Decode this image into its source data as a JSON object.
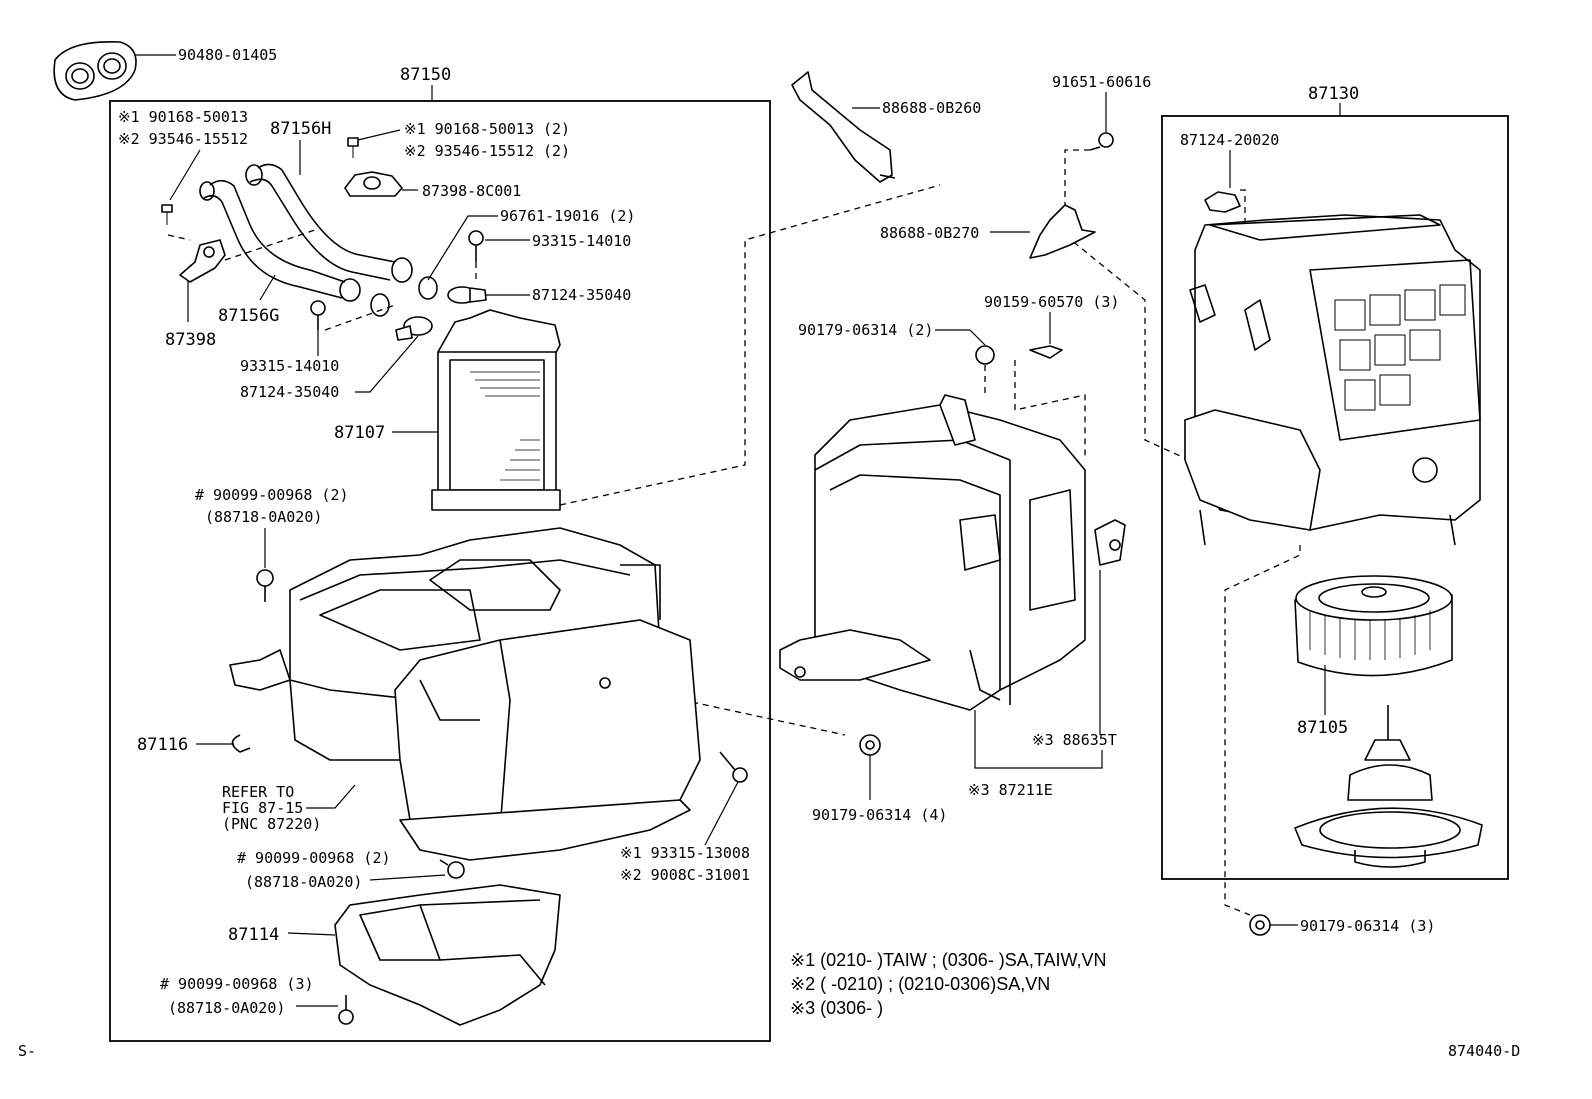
{
  "diagram": {
    "footer_left": "S-",
    "footer_right": "874040-D",
    "assemblies": {
      "heater_unit": "87150",
      "blower_unit": "87130"
    },
    "labels": {
      "p90480": "90480-01405",
      "p87156H": "87156H",
      "p87156G": "87156G",
      "p87398": "87398",
      "left_note1": "※1 90168-50013",
      "left_note2": "※2 93546-15512",
      "right_note1": "※1 90168-50013 (2)",
      "right_note2": "※2 93546-15512 (2)",
      "p87398_8C001": "87398-8C001",
      "p96761": "96761-19016 (2)",
      "p93315_14010_a": "93315-14010",
      "p87124_35040_a": "87124-35040",
      "p93315_14010_b": "93315-14010",
      "p87124_35040_b": "87124-35040",
      "p87107": "87107",
      "p90099_a": "# 90099-00968 (2)",
      "p88718_a": "(88718-0A020)",
      "p87116": "87116",
      "refer1": "REFER TO",
      "refer2": "FIG 87-15",
      "refer3": "(PNC 87220)",
      "p90099_b": "# 90099-00968 (2)",
      "p88718_b": "(88718-0A020)",
      "p87114": "87114",
      "p90099_c": "# 90099-00968 (3)",
      "p88718_c": "(88718-0A020)",
      "p93315_13008": "※1 93315-13008",
      "p9008C": "※2 9008C-31001",
      "p88688_0B260": "88688-0B260",
      "p91651": "91651-60616",
      "p88688_0B270": "88688-0B270",
      "p90159": "90159-60570 (3)",
      "p90179_2": "90179-06314 (2)",
      "p88635T": "※3 88635T",
      "p87211E": "※3 87211E",
      "p90179_4": "90179-06314 (4)",
      "p87124_20020": "87124-20020",
      "p87105": "87105",
      "p90179_3": "90179-06314 (3)"
    },
    "footnotes": [
      "※1 (0210-        )TAIW ; (0306-        )SA,TAIW,VN",
      "※2 (        -0210) ; (0210-0306)SA,VN",
      "※3 (0306-        )"
    ]
  }
}
